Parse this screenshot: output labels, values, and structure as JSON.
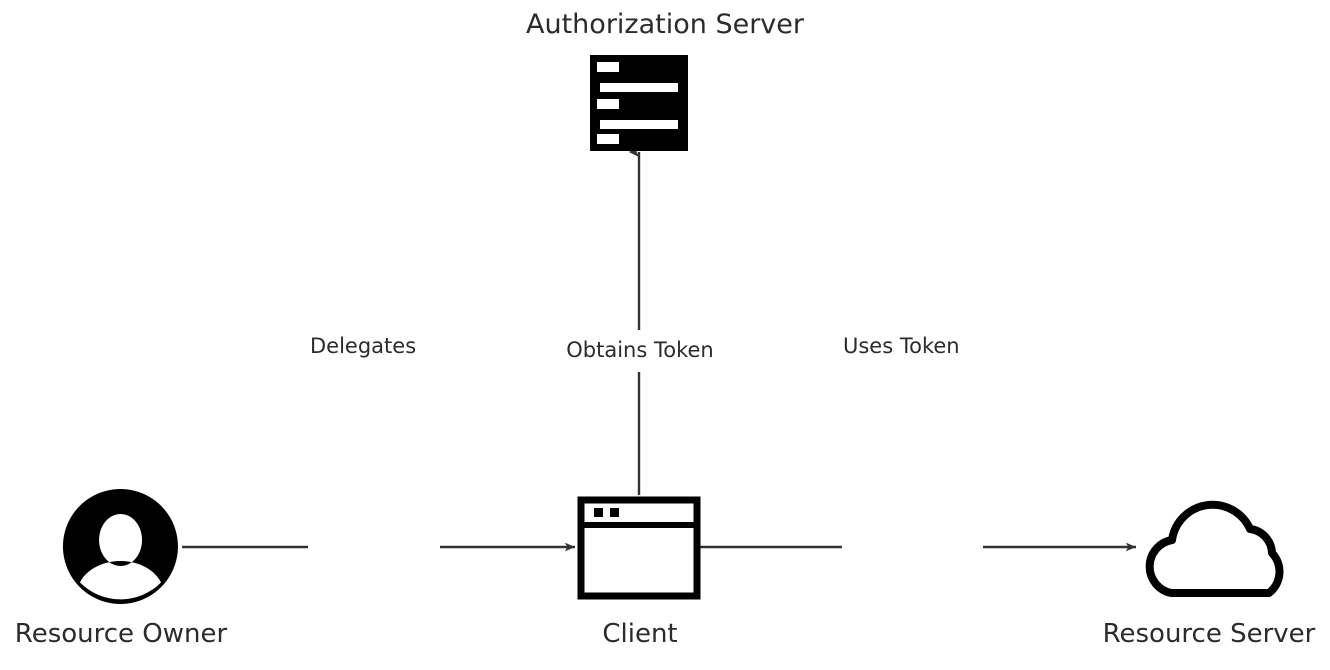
{
  "diagram": {
    "type": "flow-diagram",
    "topic": "OAuth 2.0 delegation flow",
    "background_color": "#ffffff",
    "line_color": "#333333",
    "icon_color": "#000000",
    "text_color": "#2b2b2b",
    "title": "Authorization Server",
    "watermark": "",
    "nodes": [
      {
        "id": "authorization-server",
        "caption": "Authorization Server",
        "icon": "server-rack-icon",
        "position": "top-center"
      },
      {
        "id": "resource-owner",
        "caption": "Resource Owner",
        "icon": "user-avatar-icon",
        "position": "bottom-left"
      },
      {
        "id": "client",
        "caption": "Client",
        "icon": "browser-window-icon",
        "position": "bottom-center"
      },
      {
        "id": "resource-server",
        "caption": "Resource Server",
        "icon": "cloud-icon",
        "position": "bottom-right"
      }
    ],
    "edges": [
      {
        "id": "edge-delegates",
        "label": "Delegates",
        "from": "resource-owner",
        "to": "client",
        "direction": "right",
        "arrowhead": "filled-triangle"
      },
      {
        "id": "edge-obtains-token",
        "label": "Obtains Token",
        "from": "client",
        "to": "authorization-server",
        "direction": "up",
        "arrowhead": "filled-triangle"
      },
      {
        "id": "edge-uses-token",
        "label": "Uses Token",
        "from": "client",
        "to": "resource-server",
        "direction": "right",
        "arrowhead": "filled-triangle"
      }
    ]
  }
}
